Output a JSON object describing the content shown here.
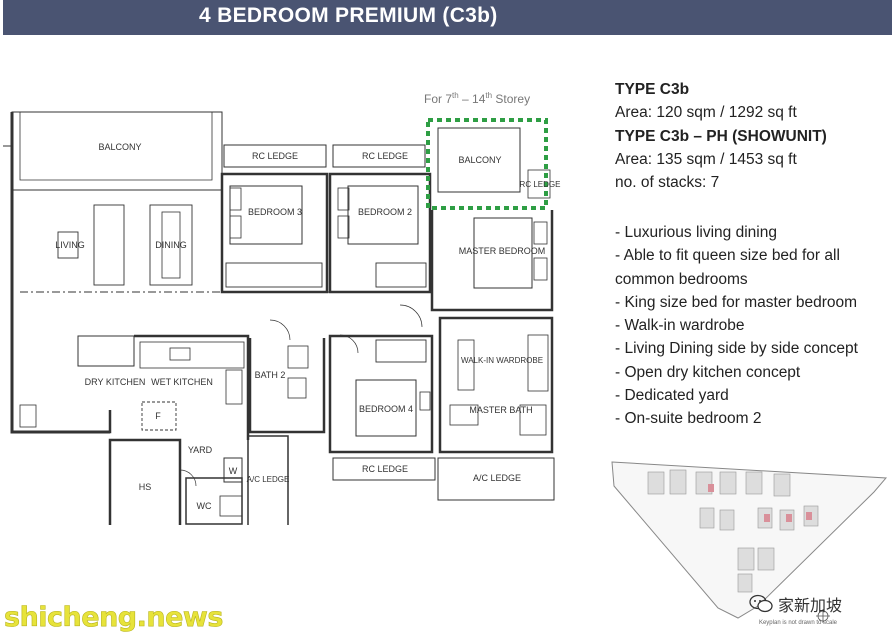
{
  "header": {
    "title": "4 BEDROOM PREMIUM (C3b)"
  },
  "storey_note": {
    "prefix": "For 7",
    "sup1": "th",
    "middle": " – 14",
    "sup2": "th",
    "suffix": " Storey"
  },
  "unit_info": {
    "type1": "TYPE C3b",
    "area1": "Area: 120 sqm / 1292 sq ft",
    "type2": "TYPE C3b – PH (SHOWUNIT)",
    "area2": "Area: 135 sqm / 1453 sq ft",
    "stacks": "no. of stacks: 7"
  },
  "features": [
    "- Luxurious living dining",
    "- Able to fit queen size bed for all",
    "common bedrooms",
    "- King size bed for master bedroom",
    "- Walk-in wardrobe",
    "- Living Dining side by side concept",
    "- Open dry kitchen concept",
    "- Dedicated yard",
    "- On-suite bedroom 2"
  ],
  "plan_labels": {
    "balcony": "BALCONY",
    "rc_ledge": "RC LEDGE",
    "balcony_ph": "BALCONY",
    "rc_ledge_small": "RC LEDGE",
    "living": "LIVING",
    "dining": "DINING",
    "bedroom3": "BEDROOM 3",
    "bedroom2": "BEDROOM 2",
    "master_bedroom": "MASTER BEDROOM",
    "dry_kitchen": "DRY KITCHEN",
    "wet_kitchen": "WET KITCHEN",
    "bath2": "BATH 2",
    "walkin": "WALK-IN WARDROBE",
    "bedroom4": "BEDROOM 4",
    "master_bath": "MASTER BATH",
    "yard": "YARD",
    "hs": "HS",
    "wc": "WC",
    "ac_ledge": "A/C LEDGE",
    "f": "F",
    "w": "W"
  },
  "keyplan": {
    "caption": "Keyplan is not drawn to scale"
  },
  "watermark": {
    "text": "shicheng.news"
  },
  "wechat": {
    "name": "家新加坡"
  },
  "colors": {
    "header": "#4a5472",
    "ph_outline": "#2e9e44",
    "watermark": "#e7e33a",
    "keyplan_highlight": "#d9909a"
  }
}
